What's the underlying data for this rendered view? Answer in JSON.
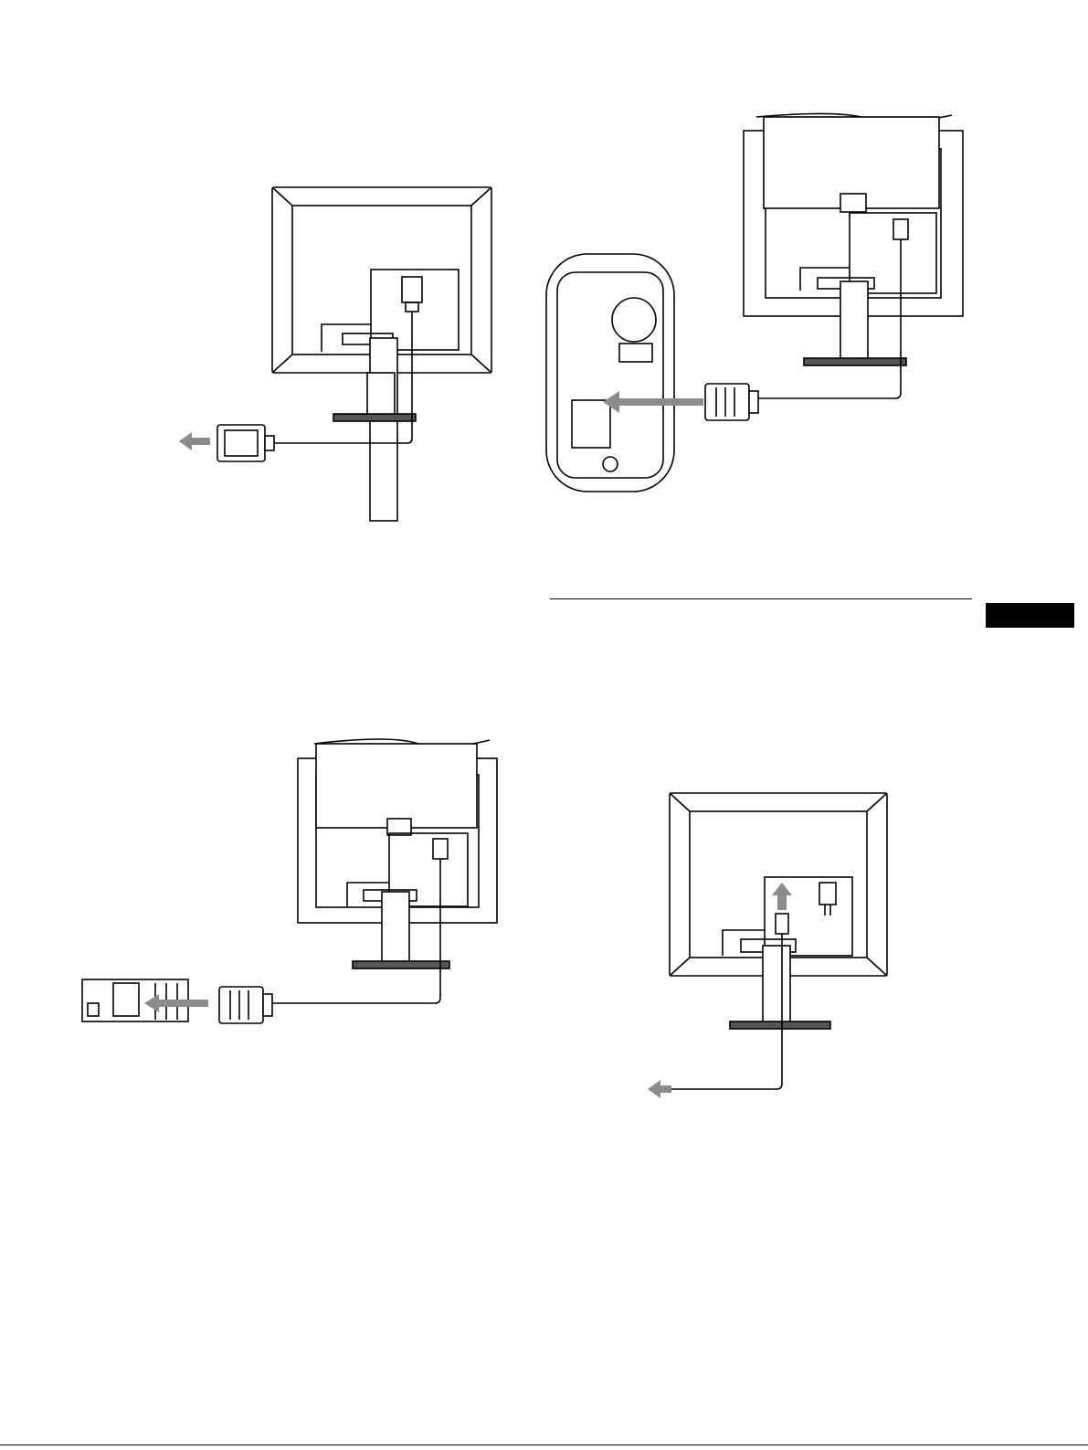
{
  "figures": [
    {
      "id": "dvi-cable-to-computer",
      "icons": [
        "monitor-rear-icon",
        "dvi-connector-icon",
        "left-arrow-icon"
      ]
    },
    {
      "id": "hd15-to-mac-tower",
      "icons": [
        "monitor-rear-icon",
        "mac-tower-icon",
        "hd15-connector-icon",
        "left-arrow-icon"
      ]
    },
    {
      "id": "hd15-to-pc",
      "icons": [
        "monitor-rear-icon",
        "pc-rear-icon",
        "hd15-connector-icon",
        "left-arrow-icon"
      ]
    },
    {
      "id": "power-cord",
      "icons": [
        "monitor-rear-icon",
        "power-plug-icon",
        "up-arrow-icon",
        "left-arrow-icon"
      ]
    }
  ],
  "colors": {
    "line": "#000000",
    "arrow": "#8c8c8c",
    "tab": "#000000"
  }
}
